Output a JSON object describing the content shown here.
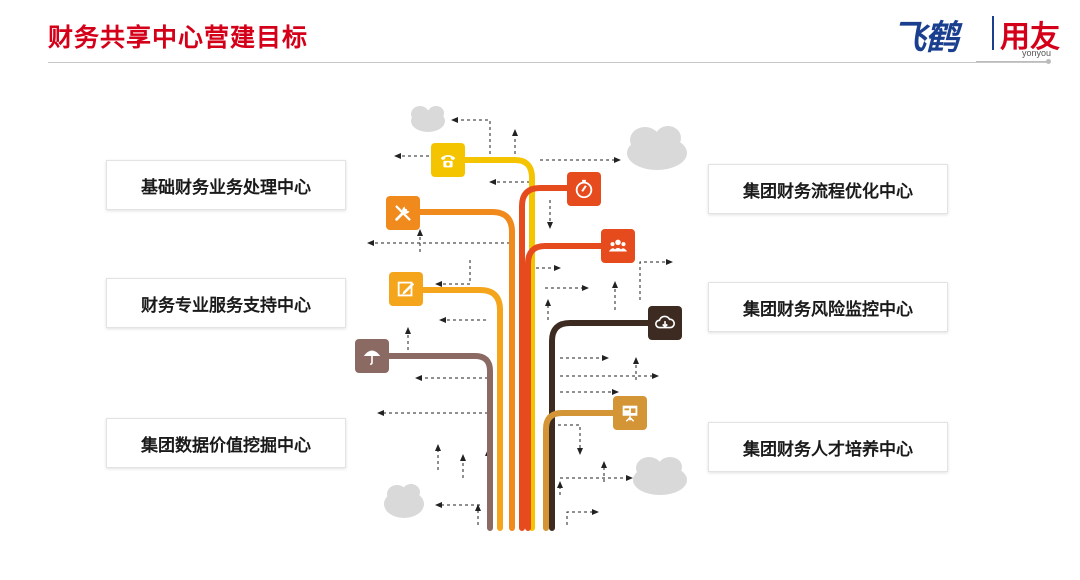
{
  "header": {
    "title": "财务共享中心营建目标"
  },
  "logo": {
    "brand_left": "飞鹤",
    "brand_right": "用友",
    "brand_sub": "yonyou"
  },
  "centers": {
    "left": [
      "基础财务业务处理中心",
      "财务专业服务支持中心",
      "集团数据价值挖掘中心"
    ],
    "right": [
      "集团财务流程优化中心",
      "集团财务风险监控中心",
      "集团财务人才培养中心"
    ]
  },
  "colors": {
    "title_red": "#d4001a",
    "yellow": "#f5c400",
    "orange": "#f08a1c",
    "red_orange": "#e64b1e",
    "brown": "#8a6a62",
    "dark_brown": "#3d2b22",
    "tan": "#d49536"
  },
  "icons": [
    {
      "name": "phone-icon",
      "color": "#f5c400"
    },
    {
      "name": "compass-icon",
      "color": "#e64b1e"
    },
    {
      "name": "tools-icon",
      "color": "#f08a1c"
    },
    {
      "name": "people-icon",
      "color": "#e64b1e"
    },
    {
      "name": "edit-icon",
      "color": "#f5a51c"
    },
    {
      "name": "cloud-download-icon",
      "color": "#3d2b22"
    },
    {
      "name": "umbrella-icon",
      "color": "#8a6a62"
    },
    {
      "name": "presentation-icon",
      "color": "#d49536"
    }
  ]
}
